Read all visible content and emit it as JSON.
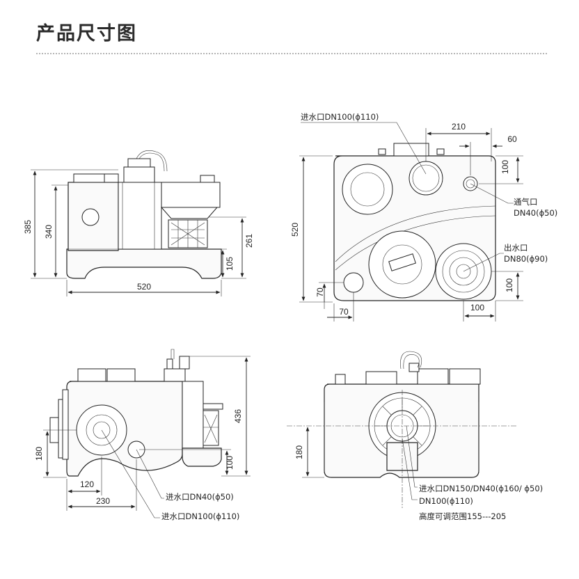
{
  "header": {
    "title": "产品尺寸图"
  },
  "front_view": {
    "dims": {
      "overall_height": "385",
      "body_height": "340",
      "inlet_height": "261",
      "outlet_height": "105",
      "width": "520"
    }
  },
  "top_view": {
    "dims": {
      "depth": "520",
      "inlet_spacing": "210",
      "vent_offset": "60",
      "vent_depth": "100",
      "corner_y": "70",
      "corner_x": "70",
      "outlet_y": "100",
      "outlet_x": "100"
    },
    "labels": {
      "inlet": "进水口DN100(ϕ110)",
      "vent_name": "通气口",
      "vent_size": "DN40(ϕ50)",
      "outlet_name": "出水口",
      "outlet_size": "DN80(ϕ90)"
    }
  },
  "side_view": {
    "dims": {
      "height": "436",
      "inlet_center": "180",
      "small_inlet_height": "100",
      "offset_120": "120",
      "offset_230": "230"
    },
    "labels": {
      "small_inlet": "进水口DN40(ϕ50)",
      "large_inlet": "进水口DN100(ϕ110)"
    }
  },
  "rear_view": {
    "dims": {
      "inlet_center": "180"
    },
    "labels": {
      "inlet_line1": "进水口DN150/DN40(ϕ160/ ϕ50)",
      "inlet_line2": "DN100(ϕ110)",
      "adjust": "高度可调范围155---205"
    }
  }
}
